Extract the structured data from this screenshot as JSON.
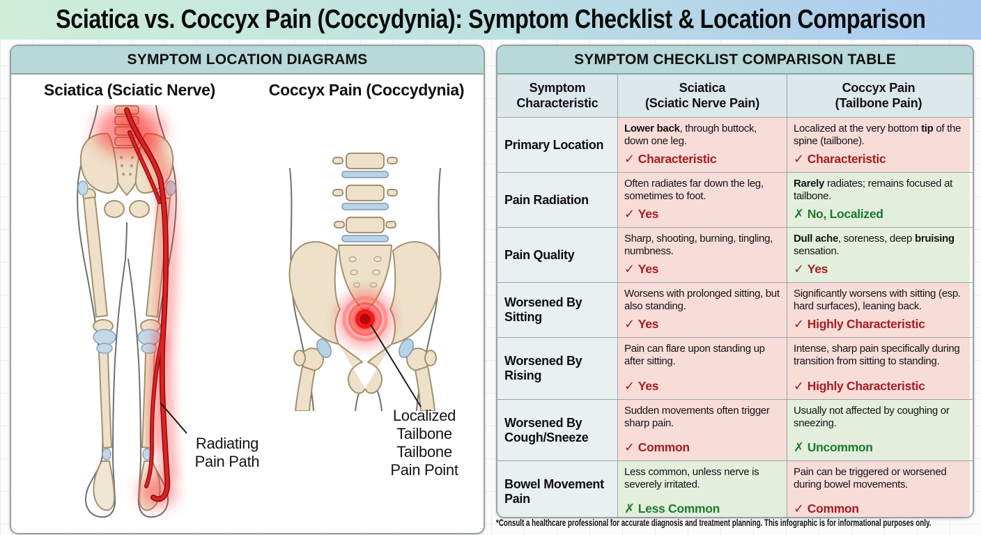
{
  "title": "Sciatica vs. Coccyx Pain (Coccydynia): Symptom Checklist & Location Comparison",
  "diagrams": {
    "header": "SYMPTOM LOCATION DIAGRAMS",
    "sciatica": {
      "title": "Sciatica (Sciatic Nerve)",
      "callout": "Radiating\nPain Path"
    },
    "coccyx": {
      "title": "Coccyx Pain (Coccydynia)",
      "callout": "Localized\nTailbone\nTailbone\nPain Point"
    }
  },
  "table": {
    "header": "SYMPTOM CHECKLIST COMPARISON TABLE",
    "columns": [
      "Symptom\nCharacteristic",
      "Sciatica\n(Sciatic Nerve Pain)",
      "Coccyx Pain\n(Tailbone Pain)"
    ],
    "rows": [
      {
        "characteristic": "Primary Location",
        "sciatica": {
          "tone": "pink",
          "desc": [
            {
              "t": "Lower back",
              "b": true
            },
            {
              "t": ", through buttock, down one leg.",
              "b": false
            }
          ],
          "mark": "check",
          "verdict": "Characteristic",
          "verdict_tone": "red"
        },
        "coccyx": {
          "tone": "pink",
          "desc": [
            {
              "t": "Localized at the very bottom ",
              "b": false
            },
            {
              "t": "tip",
              "b": true
            },
            {
              "t": " of the spine (tailbone).",
              "b": false
            }
          ],
          "mark": "check",
          "verdict": "Characteristic",
          "verdict_tone": "red"
        }
      },
      {
        "characteristic": "Pain Radiation",
        "sciatica": {
          "tone": "pink",
          "desc": [
            {
              "t": "Often radiates far down the leg, sometimes to foot.",
              "b": false
            }
          ],
          "mark": "check",
          "verdict": "Yes",
          "verdict_tone": "red"
        },
        "coccyx": {
          "tone": "green",
          "desc": [
            {
              "t": "Rarely",
              "b": true
            },
            {
              "t": " radiates; remains focused at tailbone.",
              "b": false
            }
          ],
          "mark": "cross",
          "verdict": "No, Localized",
          "verdict_tone": "green"
        }
      },
      {
        "characteristic": "Pain Quality",
        "sciatica": {
          "tone": "pink",
          "desc": [
            {
              "t": "Sharp, shooting, burning, tingling, numbness.",
              "b": false
            }
          ],
          "mark": "check",
          "verdict": "Yes",
          "verdict_tone": "red"
        },
        "coccyx": {
          "tone": "green",
          "desc": [
            {
              "t": "Dull ache",
              "b": true
            },
            {
              "t": ", soreness, deep ",
              "b": false
            },
            {
              "t": "bruising",
              "b": true
            },
            {
              "t": " sensation.",
              "b": false
            }
          ],
          "mark": "check",
          "verdict": "Yes",
          "verdict_tone": "red"
        }
      },
      {
        "characteristic": "Worsened By Sitting",
        "sciatica": {
          "tone": "pink",
          "desc": [
            {
              "t": "Worsens with prolonged sitting, but also standing.",
              "b": false
            }
          ],
          "mark": "check",
          "verdict": "Yes",
          "verdict_tone": "red"
        },
        "coccyx": {
          "tone": "pink",
          "desc": [
            {
              "t": "Significantly worsens with sitting (esp. hard surfaces), leaning back.",
              "b": false
            }
          ],
          "mark": "check",
          "verdict": "Highly Characteristic",
          "verdict_tone": "red"
        }
      },
      {
        "characteristic": "Worsened By Rising",
        "sciatica": {
          "tone": "pink",
          "desc": [
            {
              "t": "Pain can flare upon standing up after sitting.",
              "b": false
            }
          ],
          "mark": "check",
          "verdict": "Yes",
          "verdict_tone": "red"
        },
        "coccyx": {
          "tone": "pink",
          "desc": [
            {
              "t": "Intense, sharp pain specifically during transition from sitting to standing.",
              "b": false
            }
          ],
          "mark": "check",
          "verdict": "Highly Characteristic",
          "verdict_tone": "red"
        }
      },
      {
        "characteristic": "Worsened By Cough/Sneeze",
        "sciatica": {
          "tone": "pink",
          "desc": [
            {
              "t": "Sudden movements often trigger sharp pain.",
              "b": false
            }
          ],
          "mark": "check",
          "verdict": "Common",
          "verdict_tone": "red"
        },
        "coccyx": {
          "tone": "green",
          "desc": [
            {
              "t": "Usually not affected by coughing or sneezing.",
              "b": false
            }
          ],
          "mark": "cross",
          "verdict": "Uncommon",
          "verdict_tone": "green"
        }
      },
      {
        "characteristic": "Bowel Movement Pain",
        "sciatica": {
          "tone": "green",
          "desc": [
            {
              "t": "Less common, unless nerve is severely irritated.",
              "b": false
            }
          ],
          "mark": "cross",
          "verdict": "Less Common",
          "verdict_tone": "green"
        },
        "coccyx": {
          "tone": "pink",
          "desc": [
            {
              "t": "Pain can be triggered or worsened during bowel movements.",
              "b": false
            }
          ],
          "mark": "check",
          "verdict": "Common",
          "verdict_tone": "red"
        }
      }
    ]
  },
  "footer": "*Consult a healthcare professional for accurate diagnosis and treatment planning. This infographic is for informational purposes only.",
  "colors": {
    "accent_red": "#a31d24",
    "accent_green": "#1b7a2e",
    "cell_pink": "#f8dcd8",
    "cell_green": "#e3efdc",
    "header_teal": "#b7d9d9",
    "title_gradient_start": "#cfeeda",
    "title_gradient_end": "#a9c9f0"
  }
}
